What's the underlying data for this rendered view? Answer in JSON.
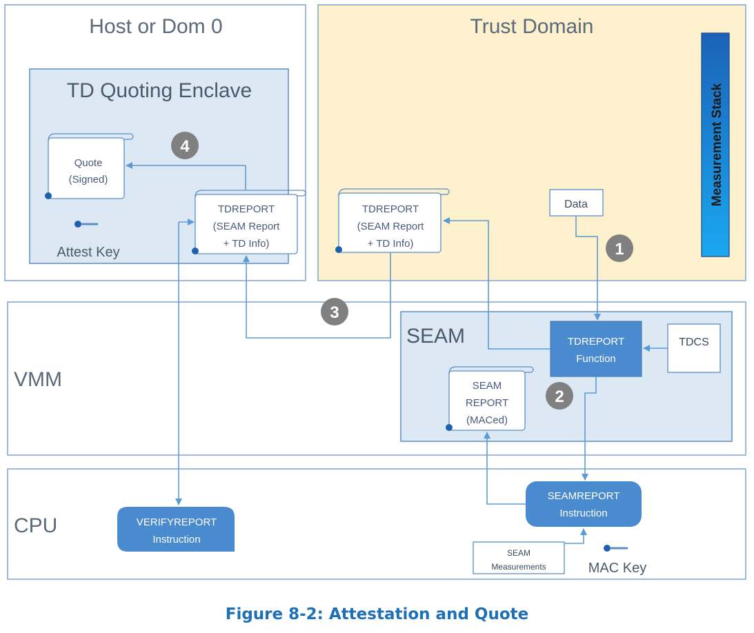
{
  "regions": {
    "host": "Host or Dom 0",
    "trust_domain": "Trust Domain",
    "vmm": "VMM",
    "cpu": "CPU"
  },
  "enclave": {
    "title": "TD Quoting Enclave",
    "quote_line1": "Quote",
    "quote_line2": "(Signed)",
    "attest_key": "Attest Key",
    "tdreport_line1": "TDREPORT",
    "tdreport_line2": "(SEAM Report",
    "tdreport_line3": "+ TD Info)"
  },
  "td": {
    "tdreport_line1": "TDREPORT",
    "tdreport_line2": "(SEAM Report",
    "tdreport_line3": "+ TD Info)",
    "data": "Data",
    "measurement_stack": "Measurement Stack"
  },
  "seam": {
    "title": "SEAM",
    "function_line1": "TDREPORT",
    "function_line2": "Function",
    "tdcs": "TDCS",
    "report_line1": "SEAM",
    "report_line2": "REPORT",
    "report_line3": "(MACed)"
  },
  "cpu_blocks": {
    "verify_line1": "VERIFYREPORT",
    "verify_line2": "Instruction",
    "seamreport_line1": "SEAMREPORT",
    "seamreport_line2": "Instruction",
    "measurements_line1": "SEAM",
    "measurements_line2": "Measurements",
    "mac_key": "MAC Key"
  },
  "steps": [
    "1",
    "2",
    "3",
    "4"
  ],
  "caption": "Figure 8-2:  Attestation and Quote",
  "colors": {
    "trust_domain_fill": "#fdf0cc",
    "panel_fill": "#dde8f5",
    "panel_stroke": "#5b8ec6",
    "block_fill": "#4a8bd0",
    "arrow": "#5b9bd5",
    "step_badge": "#808080",
    "caption": "#1f6fb6"
  }
}
